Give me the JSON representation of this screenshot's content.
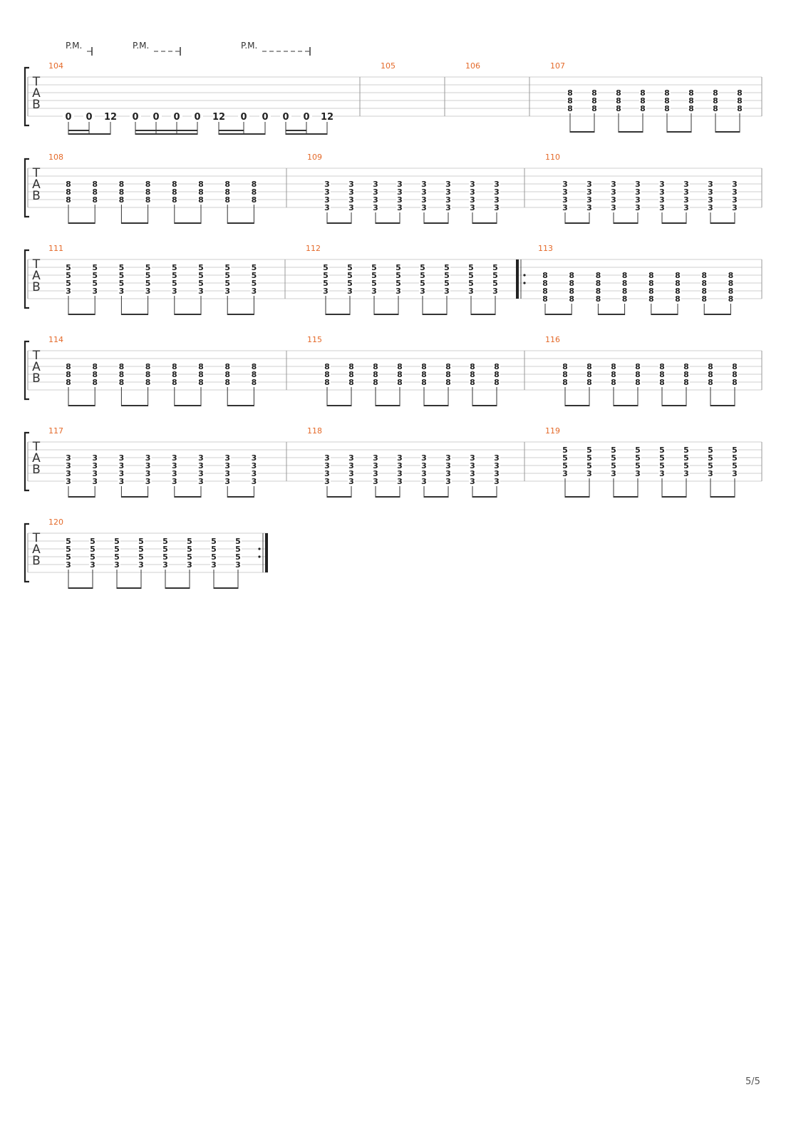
{
  "clef": [
    "T",
    "A",
    "B"
  ],
  "page_number": "5/5",
  "pm_label": "P.M.",
  "systems": [
    {
      "measures": [
        {
          "number": "104",
          "kind": "riff",
          "notes": [
            "0",
            "0",
            "12",
            "0",
            "0",
            "0",
            "0",
            "12",
            "0",
            "0",
            "0",
            "0",
            "12"
          ],
          "beams": [
            [
              0,
              2
            ],
            [
              3,
              6
            ],
            [
              7,
              9
            ],
            [
              10,
              12
            ]
          ],
          "pm": [
            [
              0,
              1
            ],
            [
              3,
              6
            ],
            [
              8,
              12
            ]
          ]
        },
        {
          "number": "105",
          "kind": "empty"
        },
        {
          "number": "106",
          "kind": "empty"
        },
        {
          "number": "107",
          "kind": "chord",
          "frets": [
            "8",
            "8",
            "8"
          ],
          "top_string": 2
        }
      ]
    },
    {
      "measures": [
        {
          "number": "108",
          "kind": "chord",
          "frets": [
            "8",
            "8",
            "8"
          ],
          "top_string": 2
        },
        {
          "number": "109",
          "kind": "chord",
          "frets": [
            "3",
            "3",
            "3",
            "3"
          ],
          "top_string": 2
        },
        {
          "number": "110",
          "kind": "chord",
          "frets": [
            "3",
            "3",
            "3",
            "3"
          ],
          "top_string": 2
        }
      ]
    },
    {
      "measures": [
        {
          "number": "111",
          "kind": "chord",
          "frets": [
            "5",
            "5",
            "5",
            "3"
          ],
          "top_string": 1
        },
        {
          "number": "112",
          "kind": "chord",
          "frets": [
            "5",
            "5",
            "5",
            "3"
          ],
          "top_string": 1,
          "repeat_end": false
        },
        {
          "number": "113",
          "kind": "chord",
          "frets": [
            "8",
            "8",
            "8",
            "8"
          ],
          "top_string": 2,
          "repeat_start": true
        }
      ]
    },
    {
      "measures": [
        {
          "number": "114",
          "kind": "chord",
          "frets": [
            "8",
            "8",
            "8"
          ],
          "top_string": 2
        },
        {
          "number": "115",
          "kind": "chord",
          "frets": [
            "8",
            "8",
            "8"
          ],
          "top_string": 2
        },
        {
          "number": "116",
          "kind": "chord",
          "frets": [
            "8",
            "8",
            "8"
          ],
          "top_string": 2
        }
      ]
    },
    {
      "measures": [
        {
          "number": "117",
          "kind": "chord",
          "frets": [
            "3",
            "3",
            "3",
            "3"
          ],
          "top_string": 2
        },
        {
          "number": "118",
          "kind": "chord",
          "frets": [
            "3",
            "3",
            "3",
            "3"
          ],
          "top_string": 2
        },
        {
          "number": "119",
          "kind": "chord",
          "frets": [
            "5",
            "5",
            "5",
            "3"
          ],
          "top_string": 1
        }
      ]
    },
    {
      "measures": [
        {
          "number": "120",
          "kind": "chord",
          "frets": [
            "5",
            "5",
            "5",
            "3"
          ],
          "top_string": 1,
          "repeat_end": true
        }
      ]
    }
  ]
}
